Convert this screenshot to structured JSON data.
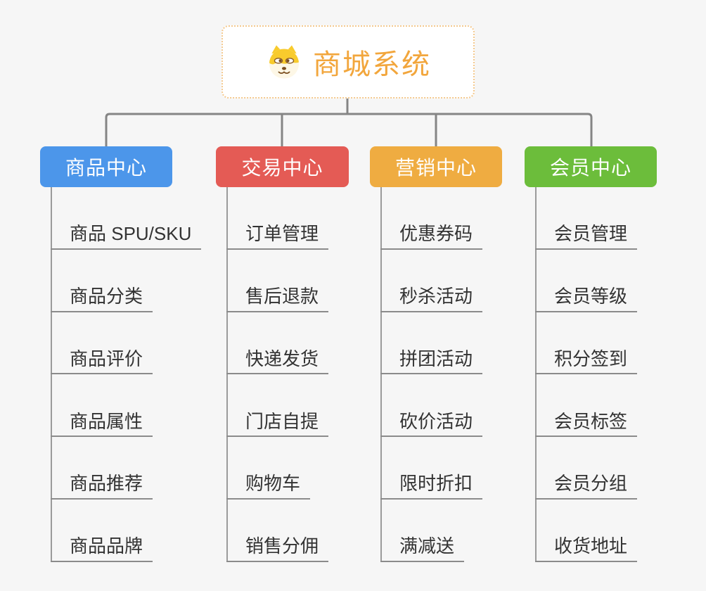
{
  "root": {
    "title": "商城系统",
    "icon": "dog-face-icon",
    "text_color": "#f2a63c",
    "border_color": "#f4c98e"
  },
  "branches": [
    {
      "label": "商品中心",
      "color": "#4c96ea",
      "items": [
        "商品 SPU/SKU",
        "商品分类",
        "商品评价",
        "商品属性",
        "商品推荐",
        "商品品牌"
      ]
    },
    {
      "label": "交易中心",
      "color": "#e45b55",
      "items": [
        "订单管理",
        "售后退款",
        "快递发货",
        "门店自提",
        "购物车",
        "销售分佣"
      ]
    },
    {
      "label": "营销中心",
      "color": "#efac41",
      "items": [
        "优惠券码",
        "秒杀活动",
        "拼团活动",
        "砍价活动",
        "限时折扣",
        "满减送"
      ]
    },
    {
      "label": "会员中心",
      "color": "#6cbd3b",
      "items": [
        "会员管理",
        "会员等级",
        "积分签到",
        "会员标签",
        "会员分组",
        "收货地址"
      ]
    }
  ]
}
